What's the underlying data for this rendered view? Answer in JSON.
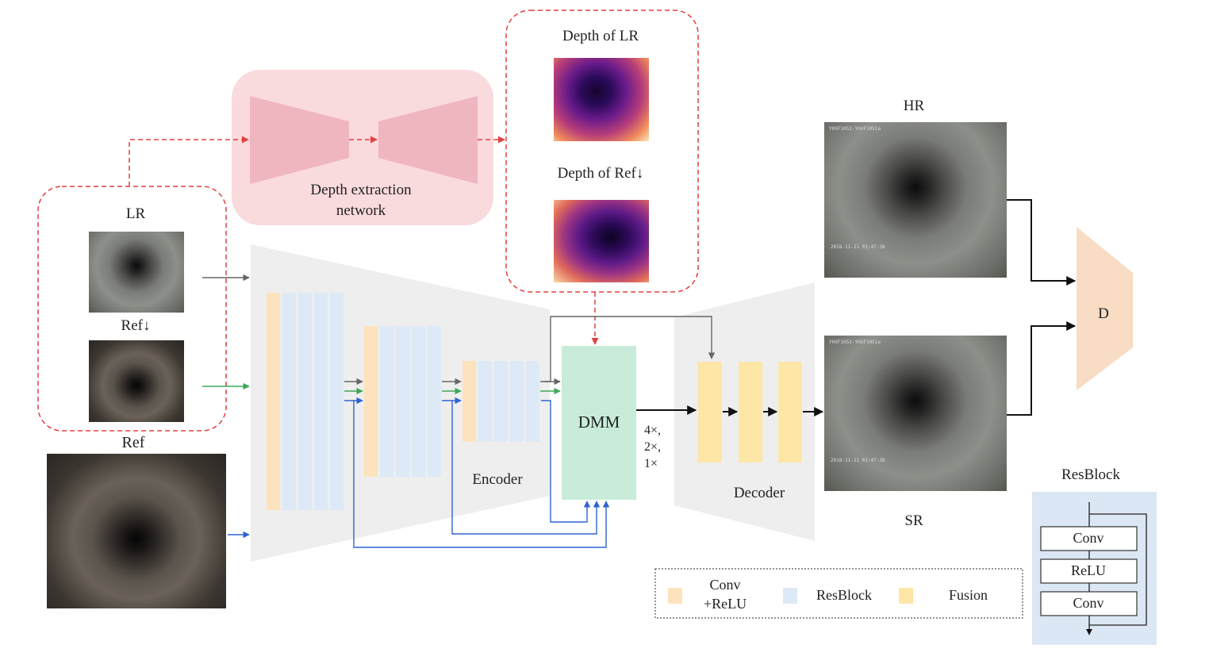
{
  "labels": {
    "lr": "LR",
    "ref_down": "Ref↓",
    "ref": "Ref",
    "depth_extraction_line1": "Depth extraction",
    "depth_extraction_line2": "network",
    "depth_of_lr": "Depth of LR",
    "depth_of_ref": "Depth of Ref↓",
    "encoder": "Encoder",
    "dmm": "DMM",
    "scales": [
      "4×,",
      "2×,",
      "1×"
    ],
    "decoder": "Decoder",
    "hr": "HR",
    "sr": "SR",
    "d": "D",
    "resblock_title": "ResBlock",
    "resblock_layers": [
      "Conv",
      "ReLU",
      "Conv"
    ]
  },
  "legend": {
    "conv_relu_line1": "Conv",
    "conv_relu_line2": "+ReLU",
    "resblock": "ResBlock",
    "fusion": "Fusion"
  },
  "photo_overlay": {
    "hr_code": "YHXF1052-YHXF1051a",
    "hr_time": "2018-11-21 01:47:38",
    "sr_code": "YHXF1052-YHXF1051a",
    "sr_time": "2018-11-21 01:47:38"
  },
  "colors": {
    "conv_relu": "#fde3bd",
    "resblock": "#dde9f6",
    "fusion": "#fde6a6",
    "dmm": "#c8ecd9",
    "depth_net_bg": "#f9dadd",
    "depth_net_shape": "#f0b6bf",
    "discriminator": "#f8dcc3",
    "trapezoid_bg": "#eeeeee",
    "red_dash": "#e34040",
    "green_arrow": "#3fa85a",
    "blue_arrow": "#2f63d2",
    "gray_arrow": "#666666"
  }
}
